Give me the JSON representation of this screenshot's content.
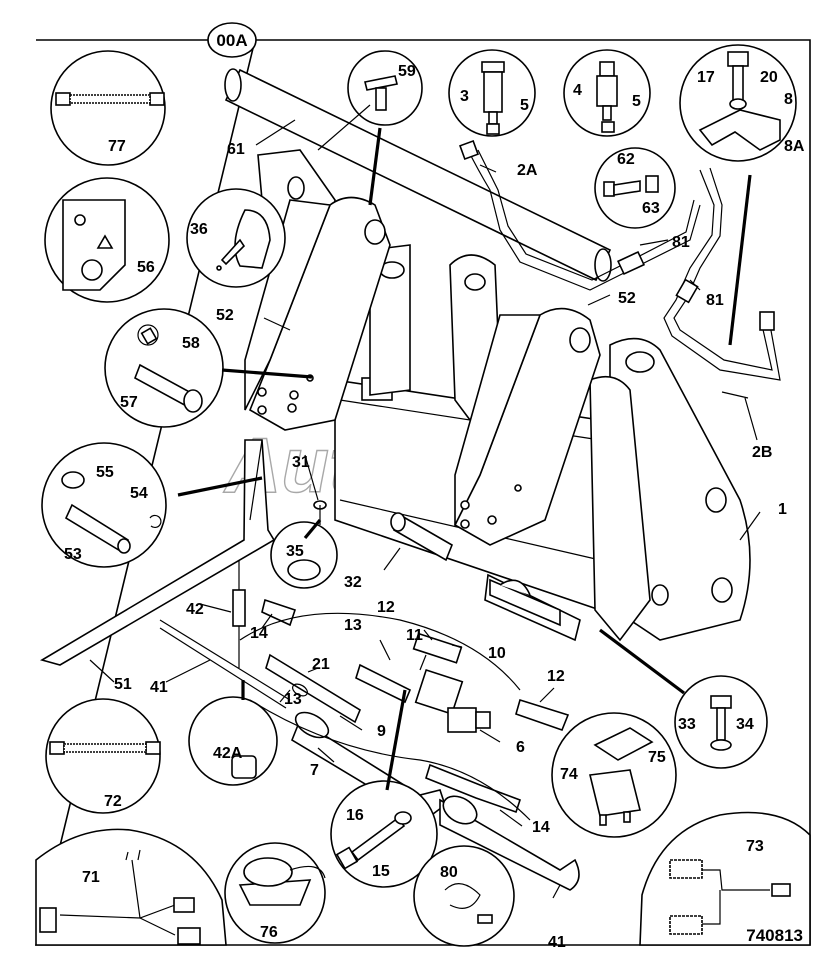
{
  "figure": {
    "reference_badge": "00A",
    "drawing_number": "740813",
    "watermark": "AutoSoft"
  },
  "labels": {
    "l1": "1",
    "l2A": "2A",
    "l2B": "2B",
    "l3": "3",
    "l4": "4",
    "l5a": "5",
    "l5b": "5",
    "l6": "6",
    "l7": "7",
    "l8": "8",
    "l8A": "8A",
    "l9": "9",
    "l10": "10",
    "l11": "11",
    "l12a": "12",
    "l12b": "12",
    "l13a": "13",
    "l13b": "13",
    "l14a": "14",
    "l14b": "14",
    "l15": "15",
    "l16": "16",
    "l17": "17",
    "l20": "20",
    "l21": "21",
    "l31": "31",
    "l32": "32",
    "l33": "33",
    "l34": "34",
    "l35": "35",
    "l36": "36",
    "l41a": "41",
    "l41b": "41",
    "l42": "42",
    "l42A": "42A",
    "l51": "51",
    "l52a": "52",
    "l52b": "52",
    "l53": "53",
    "l54": "54",
    "l55": "55",
    "l56": "56",
    "l57": "57",
    "l58": "58",
    "l59": "59",
    "l61": "61",
    "l62": "62",
    "l63": "63",
    "l71": "71",
    "l72": "72",
    "l73": "73",
    "l74": "74",
    "l75": "75",
    "l76": "76",
    "l77": "77",
    "l80": "80",
    "l81a": "81",
    "l81b": "81"
  }
}
